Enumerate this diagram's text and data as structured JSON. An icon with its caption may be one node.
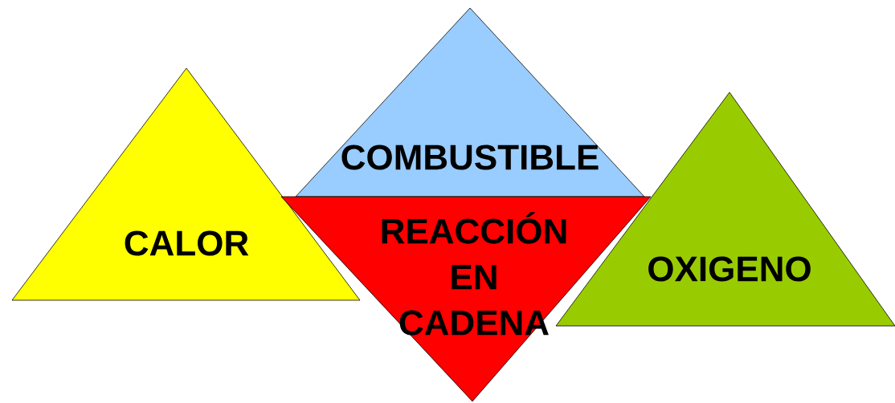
{
  "diagram": {
    "nodes": [
      {
        "text": [
          "CALOR"
        ]
      },
      {
        "text": [
          "COMBUSTIBLE"
        ]
      },
      {
        "text": [
          "REACCIÓN EN CADENA"
        ]
      },
      {
        "text": [
          "OXIGENO"
        ]
      }
    ]
  }
}
